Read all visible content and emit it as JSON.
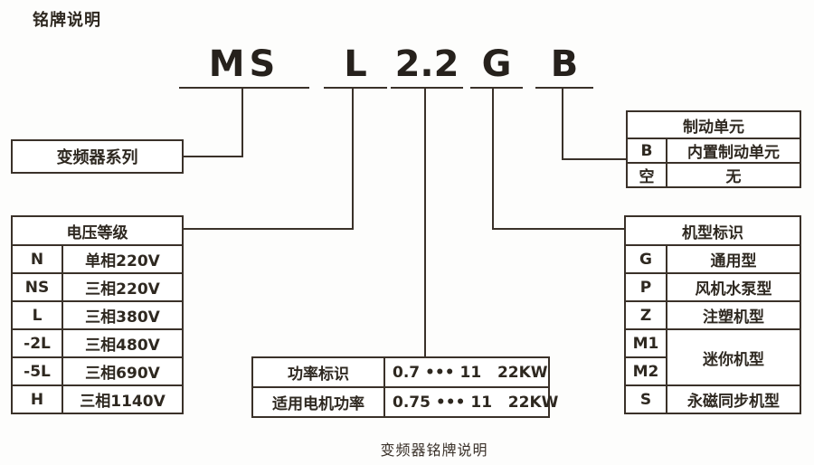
{
  "page": {
    "title": "铭牌说明",
    "caption": "变频器铭牌说明"
  },
  "model_code": {
    "segments": [
      "MS",
      "L",
      "2.2",
      "G",
      "B"
    ]
  },
  "series_box": {
    "label": "变频器系列"
  },
  "voltage_table": {
    "header": "电压等级",
    "rows": [
      {
        "code": "N",
        "desc": "单相220V"
      },
      {
        "code": "NS",
        "desc": "三相220V"
      },
      {
        "code": "L",
        "desc": "三相380V"
      },
      {
        "code": "-2L",
        "desc": "三相480V"
      },
      {
        "code": "-5L",
        "desc": "三相690V"
      },
      {
        "code": "H",
        "desc": "三相1140V"
      }
    ]
  },
  "power_table": {
    "rows": [
      {
        "label": "功率标识",
        "value": "0.7 ••• 11   22KW"
      },
      {
        "label": "适用电机功率",
        "value": "0.75 ••• 11   22KW"
      }
    ]
  },
  "type_table": {
    "header": "机型标识",
    "rows": [
      {
        "code": "G",
        "desc": "通用型"
      },
      {
        "code": "P",
        "desc": "风机水泵型"
      },
      {
        "code": "Z",
        "desc": "注塑机型"
      },
      {
        "code": "M1"
      },
      {
        "code": "M2"
      },
      {
        "code": "S",
        "desc": "永磁同步机型"
      }
    ],
    "merged_desc": "迷你机型"
  },
  "brake_table": {
    "header": "制动单元",
    "rows": [
      {
        "code": "B",
        "desc": "内置制动单元"
      },
      {
        "code": "空",
        "desc": "无"
      }
    ]
  }
}
